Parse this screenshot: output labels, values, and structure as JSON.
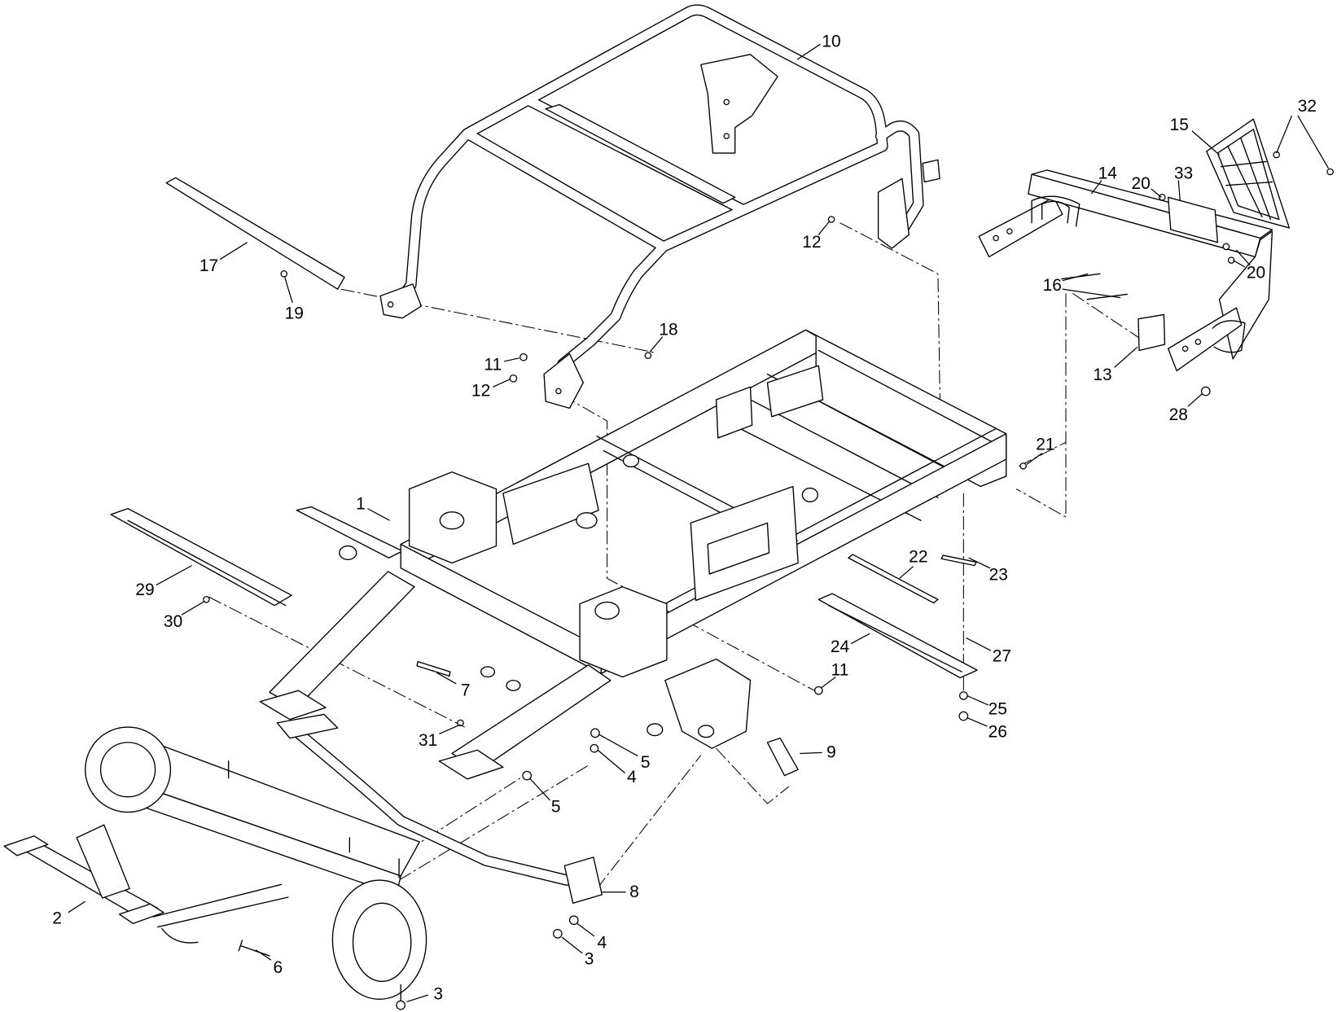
{
  "callouts": [
    "10",
    "32",
    "15",
    "14",
    "20",
    "33",
    "20",
    "17",
    "12",
    "16",
    "19",
    "18",
    "11",
    "12",
    "13",
    "28",
    "21",
    "1",
    "22",
    "23",
    "29",
    "30",
    "27",
    "24",
    "7",
    "11",
    "25",
    "26",
    "9",
    "31",
    "5",
    "4",
    "5",
    "8",
    "2",
    "4",
    "3",
    "6",
    "3"
  ]
}
